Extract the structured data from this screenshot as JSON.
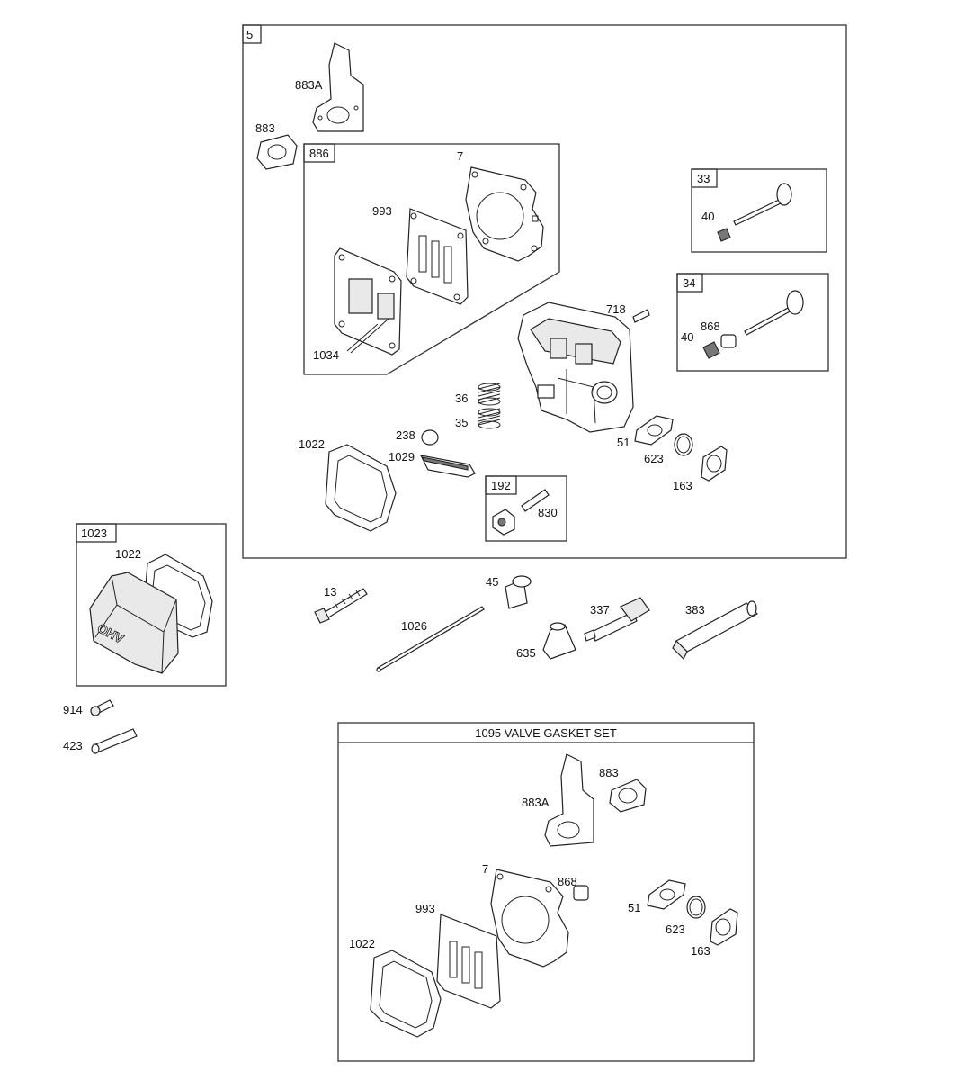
{
  "groups": {
    "main_assembly": "5",
    "gasket_kit": "886",
    "intake_valve": "33",
    "exhaust_valve": "34",
    "fitting": "192",
    "cover_assembly": "1023"
  },
  "gasket_set_title": "1095 VALVE GASKET SET",
  "cover_logo": "OHV",
  "labels": {
    "p883A": "883A",
    "p883": "883",
    "p7": "7",
    "p993": "993",
    "p1034": "1034",
    "p40a": "40",
    "p40b": "40",
    "p868": "868",
    "p718": "718",
    "p36": "36",
    "p35": "35",
    "p238": "238",
    "p1022": "1022",
    "p1029": "1029",
    "p51": "51",
    "p623": "623",
    "p163": "163",
    "p830": "830",
    "p1022b": "1022",
    "p13": "13",
    "p45": "45",
    "p1026": "1026",
    "p337": "337",
    "p383": "383",
    "p635": "635",
    "p914": "914",
    "p423": "423",
    "k883A": "883A",
    "k883": "883",
    "k7": "7",
    "k868": "868",
    "k993": "993",
    "k51": "51",
    "k623": "623",
    "k163": "163",
    "k1022": "1022"
  }
}
